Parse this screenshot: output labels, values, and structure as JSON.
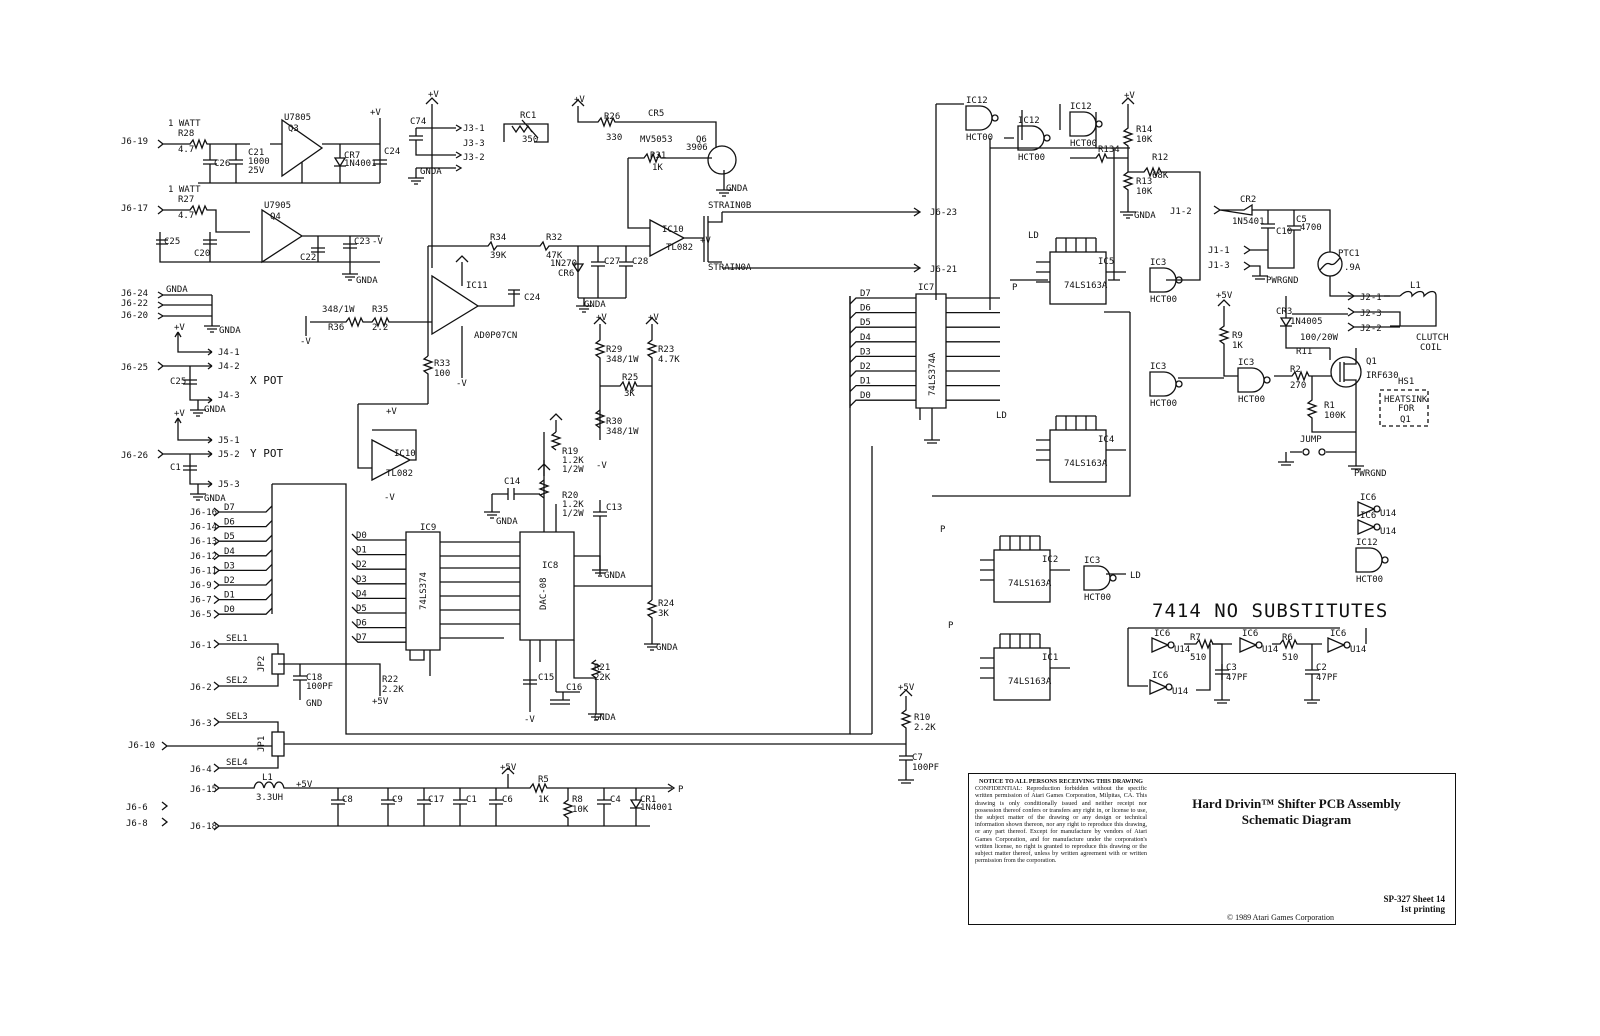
{
  "titleblock": {
    "notice_heading": "NOTICE TO ALL PERSONS RECEIVING THIS DRAWING",
    "notice_body": "CONFIDENTIAL: Reproduction forbidden without the specific written permission of Atari Games Corporation, Milpitas, CA. This drawing is only conditionally issued and neither receipt nor possession thereof confers or transfers any right in, or license to use, the subject matter of the drawing or any design or technical information shown thereon, nor any right to reproduce this drawing, or any part thereof. Except for manufacture by vendors of Atari Games Corporation, and for manufacture under the corporation's written license, no right is granted to reproduce this drawing or the subject matter thereof, unless by written agreement with or written permission from the corporation.",
    "title_line1": "Hard Drivin™ Shifter PCB Assembly",
    "title_line2": "Schematic Diagram",
    "sheet": "SP-327  Sheet 14",
    "printing": "1st printing",
    "copyright": "© 1989 Atari Games Corporation"
  },
  "note": "7414 NO SUBSTITUTES",
  "labels": {
    "xpot": "X POT",
    "ypot": "Y POT",
    "clutch": "CLUTCH",
    "coil": "COIL",
    "heatsink1": "HEATSINK",
    "heatsink2": "FOR",
    "heatsink3": "Q1",
    "hs1": "HS1",
    "jump": "JUMP",
    "watt1": "1 WATT",
    "watt2": "1 WATT",
    "straina": "STRAIN0A",
    "strainb": "STRAIN0B"
  },
  "connectors": {
    "j6_19": "J6-19",
    "j6_17": "J6-17",
    "j6_24": "J6-24",
    "j6_22": "J6-22",
    "j6_20": "J6-20",
    "j6_25": "J6-25",
    "j6_26": "J6-26",
    "j6_16": "J6-16",
    "j6_14": "J6-14",
    "j6_13": "J6-13",
    "j6_12": "J6-12",
    "j6_11": "J6-11",
    "j6_9": "J6-9",
    "j6_7": "J6-7",
    "j6_5": "J6-5",
    "j6_1": "J6-1",
    "j6_2": "J6-2",
    "j6_3": "J6-3",
    "j6_10": "J6-10",
    "j6_4": "J6-4",
    "j6_15": "J6-15",
    "j6_6": "J6-6",
    "j6_8": "J6-8",
    "j6_18": "J6-18",
    "j6_23": "J6-23",
    "j6_21": "J6-21",
    "j3_1": "J3-1",
    "j3_3": "J3-3",
    "j3_2": "J3-2",
    "j4_1": "J4-1",
    "j4_2": "J4-2",
    "j4_3": "J4-3",
    "j5_1": "J5-1",
    "j5_2": "J5-2",
    "j5_3": "J5-3",
    "j1_2": "J1-2",
    "j1_1": "J1-1",
    "j1_3": "J1-3",
    "j2_1": "J2-1",
    "j2_3": "J2-3",
    "j2_2": "J2-2"
  },
  "parts": {
    "u7805": "U7805",
    "q3": "Q3",
    "u7905": "U7905",
    "q4": "Q4",
    "r28": "R28",
    "r28v": "4.7",
    "r27": "R27",
    "r27v": "4.7",
    "c21": "C21",
    "c21v": "1000",
    "c21w": "25V",
    "c7r": "CR7",
    "cr7v": "1N4001",
    "c24": "C24",
    "c26": "C26",
    "c25": "C25",
    "c20": "C20",
    "c22": "C22",
    "c23": "C23",
    "c74": "C74",
    "rc1": "RC1",
    "rc1v": "350",
    "r26": "R26",
    "r26v": "330",
    "cr5": "CR5",
    "mv5053": "MV5053",
    "q6": "Q6",
    "q6v": "3906",
    "r31": "R31",
    "r31v": "1K",
    "ic10": "IC10",
    "tl082": "TL082",
    "r34": "R34",
    "r34v": "39K",
    "r32": "R32",
    "r32v": "47K",
    "cr6": "CR6",
    "cr6v": "1N270",
    "c27": "C27",
    "c28": "C28",
    "ic11": "IC11",
    "op07": "AD0P07CN",
    "r36": "R36",
    "r36v": "348/1W",
    "r35": "R35",
    "r35v": "2.2",
    "r33": "R33",
    "r33v": "100",
    "r29": "R29",
    "r29v": "348/1W",
    "r23": "R23",
    "r23v": "4.7K",
    "r25": "R25",
    "r25v": "3K",
    "r30": "R30",
    "r30v": "348/1W",
    "r19": "R19",
    "r19v": "1.2K",
    "r19w": "1/2W",
    "r20": "R20",
    "r20v": "1.2K",
    "r20w": "1/2W",
    "c14": "C14",
    "c13": "C13",
    "ic9": "IC9",
    "ls374": "74LS374",
    "ic8": "IC8",
    "dac08": "DAC-08",
    "r24": "R24",
    "r24v": "3K",
    "r21": "R21",
    "r21v": "22K",
    "c15": "C15",
    "c16": "C16",
    "jp2": "JP2",
    "c18": "C18",
    "c18v": "100PF",
    "r22": "R22",
    "r22v": "2.2K",
    "jp1": "JP1",
    "l1": "L1",
    "l1v": "3.3UH",
    "c8": "C8",
    "c9": "C9",
    "c17": "C17",
    "c1": "C1",
    "c6": "C6",
    "r5": "R5",
    "r5v": "1K",
    "r8": "R8",
    "r8v": "10K",
    "c4": "C4",
    "cr1": "CR1",
    "cr1v": "1N4001",
    "ic7": "IC7",
    "ls374a": "74LS374A",
    "ic12": "IC12",
    "hct00": "HCT00",
    "ic5": "IC5",
    "ic4": "IC4",
    "ic2": "IC2",
    "ic1": "IC1",
    "ic3": "IC3",
    "ic6": "IC6",
    "ls163": "74LS163A",
    "r14": "R14",
    "r14v": "10K",
    "r12": "R12",
    "r12v": "68K",
    "r13": "R13",
    "r13v": "10K",
    "r134": "R134",
    "cr2": "CR2",
    "cr2v": "1N5401",
    "c5": "C5",
    "c5v": "4700",
    "c10": "C10",
    "ptc1": "PTC1",
    "ptc1v": ".9A",
    "cr3": "CR3",
    "cr3v": "1N4005",
    "r11": "R11",
    "r11v": "100/20W",
    "q1": "Q1",
    "irf630": "IRF630",
    "r9": "R9",
    "r9v": "1K",
    "r2": "R2",
    "r2v": "270",
    "r1": "R1",
    "r1v": "100K",
    "r10": "R10",
    "r10v": "2.2K",
    "c7": "C7",
    "c7v": "100PF",
    "r7": "R7",
    "r7v": "510",
    "r6": "R6",
    "r6v": "510",
    "c3": "C3",
    "c3v": "47PF",
    "c2": "C2",
    "c2v": "47PF",
    "u14": "U14"
  },
  "nets": {
    "gnda": "GNDA",
    "gnd": "GND",
    "pwrgnd": "PWRGND",
    "plusv": "+V",
    "minusv": "-V",
    "plus5v": "+5V",
    "ld": "LD",
    "p": "P"
  },
  "bus": {
    "d0": "D0",
    "d1": "D1",
    "d2": "D2",
    "d3": "D3",
    "d4": "D4",
    "d5": "D5",
    "d6": "D6",
    "d7": "D7",
    "sel1": "SEL1",
    "sel2": "SEL2",
    "sel3": "SEL3",
    "sel4": "SEL4"
  }
}
